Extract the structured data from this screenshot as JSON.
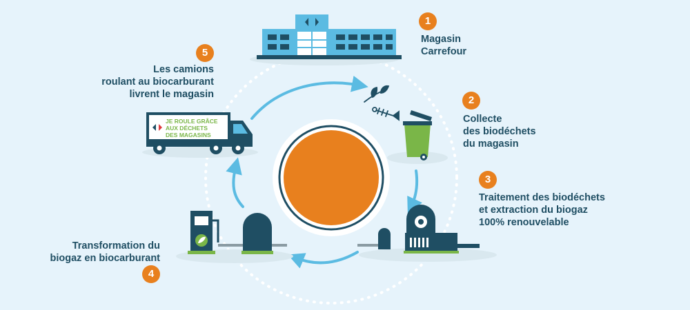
{
  "colors": {
    "background": "#e6f3fb",
    "primary_dark": "#1f4e63",
    "accent_orange": "#e8801e",
    "arrow_blue": "#5bbbe2",
    "green": "#7ab648"
  },
  "center": {
    "icon": "orange-circle"
  },
  "truck": {
    "sign_lines": [
      "JE ROULE GRÂCE",
      "AUX DÉCHETS",
      "DES MAGASINS"
    ]
  },
  "steps": [
    {
      "number": "1",
      "lines": [
        "Magasin",
        "Carrefour"
      ],
      "icon": "store-icon"
    },
    {
      "number": "2",
      "lines": [
        "Collecte",
        "des biodéchets",
        "du magasin"
      ],
      "icon": "waste-bin-icon"
    },
    {
      "number": "3",
      "lines": [
        "Traitement des biodéchets",
        "et extraction du biogaz",
        "100% renouvelable"
      ],
      "icon": "methanizer-icon"
    },
    {
      "number": "4",
      "lines": [
        "Transformation du",
        "biogaz en biocarburant"
      ],
      "icon": "fuel-station-icon"
    },
    {
      "number": "5",
      "lines": [
        "Les camions",
        "roulant au biocarburant",
        "livrent le magasin"
      ],
      "icon": "delivery-truck-icon"
    }
  ]
}
